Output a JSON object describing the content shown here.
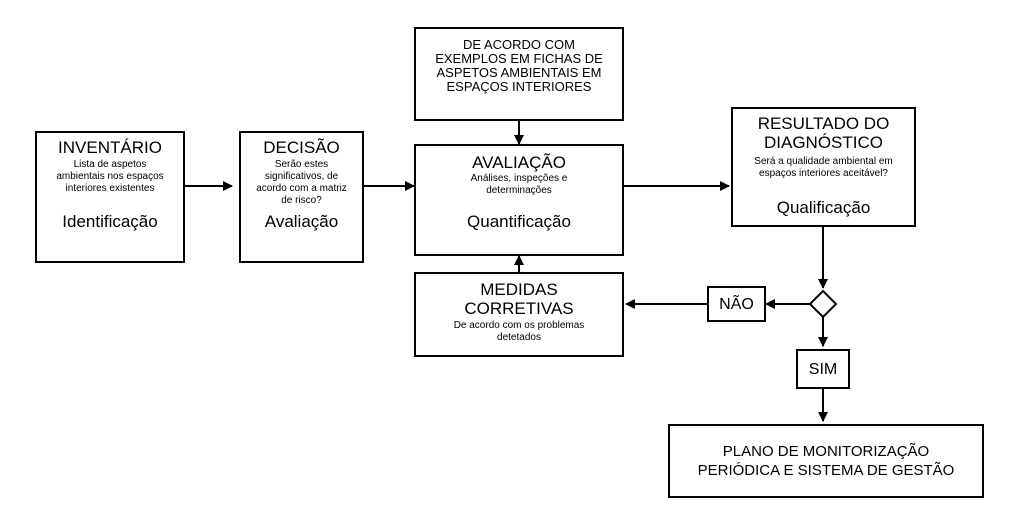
{
  "inventario": {
    "title": "INVENTÁRIO",
    "desc": "Lista de aspetos\nambientais nos espaços\ninteriores existentes",
    "stage": "Identificação"
  },
  "decisao": {
    "title": "DECISÃO",
    "desc": "Serão estes\nsignificativos, de\nacordo com a matriz\nde risco?",
    "stage": "Avaliação"
  },
  "exemplos": {
    "text": "DE ACORDO COM\nEXEMPLOS EM FICHAS DE\nASPETOS AMBIENTAIS EM\nESPAÇOS INTERIORES"
  },
  "avaliacao": {
    "title": "AVALIAÇÃO",
    "desc": "Análises, inspeções e\ndeterminações",
    "stage": "Quantificação"
  },
  "resultado": {
    "title": "RESULTADO DO\nDIAGNÓSTICO",
    "desc": "Será a qualidade ambiental em\nespaços interiores aceitável?",
    "stage": "Qualificação"
  },
  "medidas": {
    "title": "MEDIDAS\nCORRETIVAS",
    "desc": "De acordo com os problemas\ndetetados"
  },
  "nao_label": "NÃO",
  "sim_label": "SIM",
  "plano": {
    "text": "PLANO DE MONITORIZAÇÃO\nPERIÓDICA E SISTEMA DE GESTÃO"
  }
}
